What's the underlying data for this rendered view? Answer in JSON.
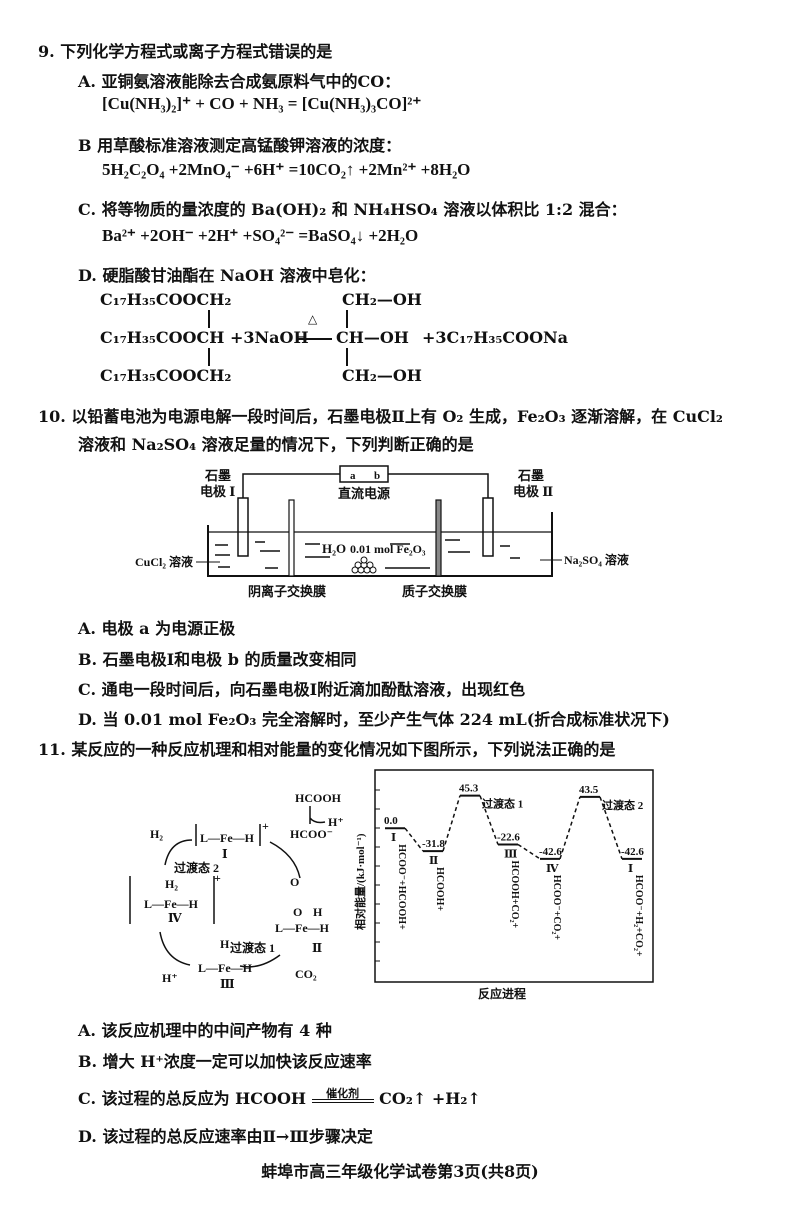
{
  "q9": {
    "stem": "9. 下列化学方程式或离子方程式错误的是",
    "A": {
      "label": "A. 亚铜氨溶液能除去合成氨原料气中的CO：",
      "eq": "[Cu(NH₃)₂]⁺ + CO + NH₃ = [Cu(NH₃)₃CO]²⁺"
    },
    "B": {
      "label": "B  用草酸标准溶液测定高锰酸钾溶液的浓度：",
      "eq": "5H₂C₂O₄ +2MnO₄⁻ +6H⁺ =10CO₂↑ +2Mn²⁺ +8H₂O"
    },
    "C": {
      "label": "C. 将等物质的量浓度的 Ba(OH)₂ 和 NH₄HSO₄ 溶液以体积比 1:2 混合：",
      "eq": "Ba²⁺ +2OH⁻ +2H⁺ +SO₄²⁻ =BaSO₄↓ +2H₂O"
    },
    "D": {
      "label": "D. 硬脂酸甘油酯在 NaOH 溶液中皂化：",
      "ester": [
        "C₁₇H₃₅COOCH₂",
        "C₁₇H₃₅COOCH",
        "C₁₇H₃₅COOCH₂"
      ],
      "reagent": "+3NaOH",
      "cond": "△",
      "glycerol": [
        "CH₂—OH",
        "CH—OH",
        "CH₂—OH"
      ],
      "product": "+3C₁₇H₃₅COONa"
    }
  },
  "q10": {
    "stem1": "10. 以铅蓄电池为电源电解一段时间后，石墨电极Ⅱ上有 O₂ 生成，Fe₂O₃ 逐渐溶解，在 CuCl₂",
    "stem2": "溶液和 Na₂SO₄ 溶液足量的情况下，下列判断正确的是",
    "diagram": {
      "electrode1": [
        "石墨",
        "电极 Ⅰ"
      ],
      "electrode2": [
        "石墨",
        "电极 Ⅱ"
      ],
      "power": "直流电源",
      "terminal_a": "a",
      "terminal_b": "b",
      "left_solution": "CuCl₂ 溶液",
      "right_solution": "Na₂SO₄ 溶液",
      "water": "H₂O",
      "fe2o3": "0.01 mol Fe₂O₃",
      "membrane_left": "阴离子交换膜",
      "membrane_right": "质子交换膜"
    },
    "A": "A. 电极 a 为电源正极",
    "B": "B. 石墨电极Ⅰ和电极 b 的质量改变相同",
    "C": "C. 通电一段时间后，向石墨电极Ⅰ附近滴加酚酞溶液，出现红色",
    "D": "D. 当 0.01 mol Fe₂O₃ 完全溶解时，至少产生气体 224 mL(折合成标准状况下)"
  },
  "q11": {
    "stem": "11. 某反应的一种反应机理和相对能量的变化情况如下图所示，下列说法正确的是",
    "cycle": {
      "hcooh": "HCOOH",
      "h_plus_out": "H⁺",
      "hcoo": "HCOO⁻",
      "h2": "H₂",
      "co2": "CO₂",
      "h_plus_in": "H⁺",
      "sp1": "L—Fe—H",
      "sp1_label": "Ⅰ",
      "sp1_charge": "+",
      "sp2_label": "Ⅱ",
      "sp3_label": "Ⅲ",
      "sp4_label": "Ⅳ",
      "sp4_charge": "+",
      "ts1": "过渡态 1",
      "ts2": "过渡态 2"
    },
    "chart_data": {
      "type": "line",
      "title": "",
      "ylabel": "相对能量/(kJ·mol⁻¹)",
      "xlabel": "反应进程",
      "levels": [
        {
          "value": 0.0,
          "label": "0.0",
          "roman": "Ⅰ",
          "species": "HCOO⁻+HCOOH+"
        },
        {
          "value": -31.8,
          "label": "-31.8",
          "roman": "Ⅱ",
          "species": "HCOOH+"
        },
        {
          "value": 45.3,
          "label": "45.3",
          "roman": "",
          "species": "",
          "ts": "过渡态 1"
        },
        {
          "value": -22.6,
          "label": "-22.6",
          "roman": "Ⅲ",
          "species": "HCOOH+CO₂+"
        },
        {
          "value": -42.6,
          "label": "-42.6",
          "roman": "Ⅳ",
          "species": "HCOO⁻+CO₂+"
        },
        {
          "value": 43.5,
          "label": "43.5",
          "roman": "",
          "species": "",
          "ts": "过渡态 2"
        },
        {
          "value": -42.6,
          "label": "-42.6",
          "roman": "Ⅰ",
          "species": "HCOO⁻+H₂+CO₂+"
        }
      ],
      "ylim": [
        -140,
        60
      ]
    },
    "A": "A. 该反应机理中的中间产物有 4 种",
    "B": "B. 增大 H⁺浓度一定可以加快该反应速率",
    "C_pre": "C. 该过程的总反应为 HCOOH",
    "C_cat": "催化剂",
    "C_post": "CO₂↑ +H₂↑",
    "D": "D. 该过程的总反应速率由Ⅱ→Ⅲ步骤决定"
  },
  "footer": "蚌埠市高三年级化学试卷第3页(共8页)"
}
